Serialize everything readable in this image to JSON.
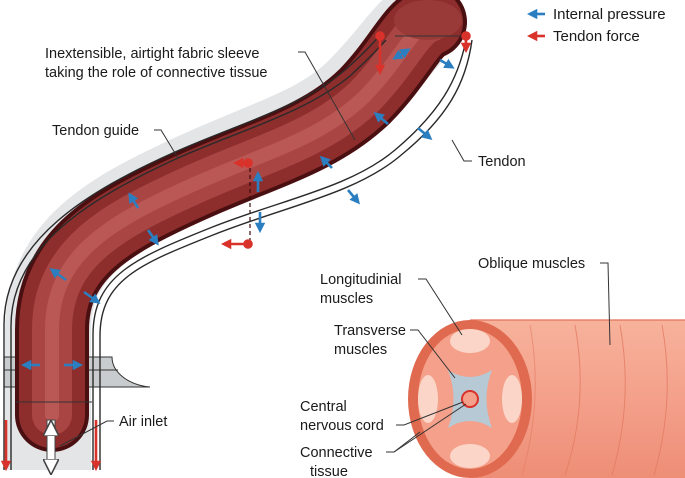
{
  "legend": {
    "internal_pressure": "Internal pressure",
    "tendon_force": "Tendon force"
  },
  "labels": {
    "sleeve_line1": "Inextensible, airtight fabric sleeve",
    "sleeve_line2": "taking the role of connective tissue",
    "tendon_guide": "Tendon guide",
    "tendon": "Tendon",
    "air_inlet": "Air inlet",
    "oblique_muscles": "Oblique muscles",
    "longitudinal_line1": "Longitudinial",
    "longitudinal_line2": "muscles",
    "transverse_line1": "Transverse",
    "transverse_line2": "muscles",
    "central_line1": "Central",
    "central_line2": "nervous cord",
    "connective_line1": "Connective",
    "connective_line2": "tissue"
  },
  "colors": {
    "pressure_arrow": "#2b7fc1",
    "tendon_arrow": "#d8322a",
    "tube_dark": "#6e1a1c",
    "tube_light": "#b35553",
    "sleeve": "#e4e6e8",
    "muscle_fill": "#f4a08a",
    "muscle_rim": "#e06a4f",
    "cross_section_center": "#b7c9d4"
  }
}
